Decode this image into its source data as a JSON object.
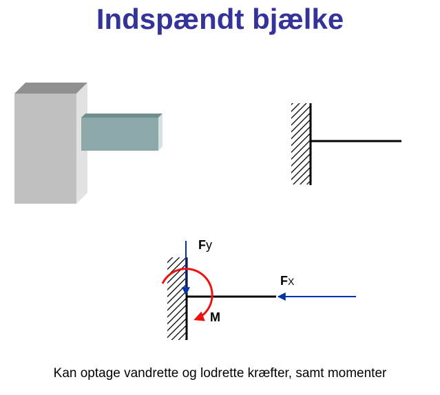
{
  "title": "Indspændt bjælke",
  "caption": "Kan optage vandrette og lodrette kræfter, samt momenter",
  "labels": {
    "fy_main": "F",
    "fy_sub": "y",
    "fx_main": "F",
    "fx_sub": "X",
    "moment": "M"
  },
  "colors": {
    "title": "#333399",
    "force_arrow": "#0033aa",
    "moment_arrow": "#ee1111",
    "wall_front": "#c0c0c0",
    "wall_top": "#909090",
    "wall_side": "#e2e2e2",
    "beam_front": "#8ca8a8",
    "beam_top": "#6f8f8f",
    "beam_side": "#d6e2e2"
  }
}
